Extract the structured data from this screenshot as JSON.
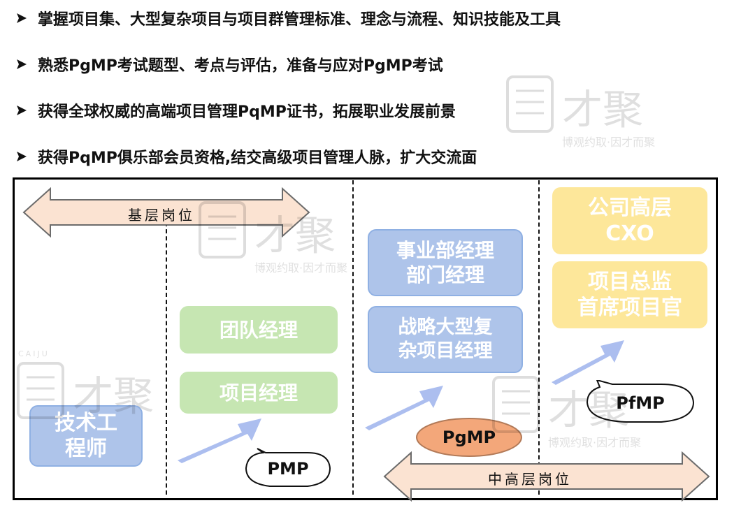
{
  "bullets": [
    "掌握项目集、大型复杂项目与项目群管理标准、理念与流程、知识技能及工具",
    "熟悉PgMP考试题型、考点与评估，准备与应对PgMP考试",
    "获得全球权威的高端项目管理PqMP证书，拓展职业发展前景",
    "获得PqMP俱乐部会员资格,结交高级项目管理人脉，扩大交流面"
  ],
  "diagram": {
    "top_arrow_label": "基层岗位",
    "bottom_arrow_label": "中高层岗位",
    "boxes": {
      "tech_engineer": "技术工\n程师",
      "team_manager": "团队经理",
      "project_manager": "项目经理",
      "division_manager": "事业部经理\n部门经理",
      "strategic_manager": "战略大型复\n杂项目经理",
      "executives": "公司高层\nCXO",
      "project_director": "项目总监\n首席项目官"
    },
    "certs": {
      "pmp": "PMP",
      "pgmp": "PgMP",
      "pfmp": "PfMP"
    }
  },
  "watermark": {
    "brand": "才聚",
    "slogan": "博观约取·因才而聚",
    "badge": "CAIJU"
  },
  "colors": {
    "green_box": "#c6e6b2",
    "blue_box": "#aec4ea",
    "yellow_box": "#fde79a",
    "salmon_arrow": "#fbe3d2",
    "pgmp_ellipse": "#f3a77a",
    "growth_arrow": "#9db3ec"
  }
}
